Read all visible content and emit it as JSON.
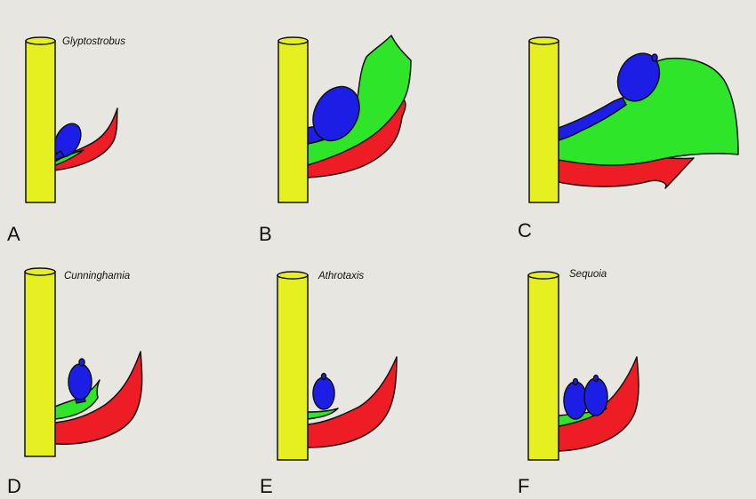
{
  "figure": {
    "background": "#e8e6e1",
    "colors": {
      "stem": "#e6f020",
      "bract": "#ee1c24",
      "ovuliferous_scale": "#2fe52a",
      "ovule": "#1c1ee6"
    },
    "panels": [
      {
        "id": "A",
        "letter": "A",
        "genus": "Glyptostrobus"
      },
      {
        "id": "B",
        "letter": "B",
        "genus": ""
      },
      {
        "id": "C",
        "letter": "C",
        "genus": ""
      },
      {
        "id": "D",
        "letter": "D",
        "genus": "Cunninghamia"
      },
      {
        "id": "E",
        "letter": "E",
        "genus": "Athrotaxis"
      },
      {
        "id": "F",
        "letter": "F",
        "genus": "Sequoia"
      }
    ]
  }
}
